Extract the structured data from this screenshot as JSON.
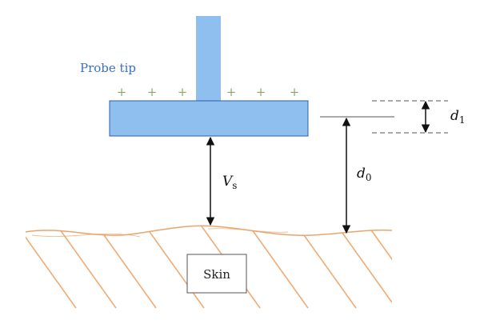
{
  "labels": {
    "probe_tip": "Probe tip",
    "skin": "Skin",
    "vs_main": "V",
    "vs_sub": "s",
    "d0_main": "d",
    "d0_sub": "0",
    "d1_main": "d",
    "d1_sub": "1"
  },
  "charges": {
    "symbol": "+",
    "count": 6
  },
  "colors": {
    "probe_fill": "#8fbfee",
    "probe_stroke": "#2b5fb0",
    "probe_text": "#3a6fc4",
    "charge": "#8aa860",
    "skin_line": "#e8a56d",
    "skin_hatch": "#eeab74",
    "arrow": "#111111",
    "dashed": "#777777"
  }
}
